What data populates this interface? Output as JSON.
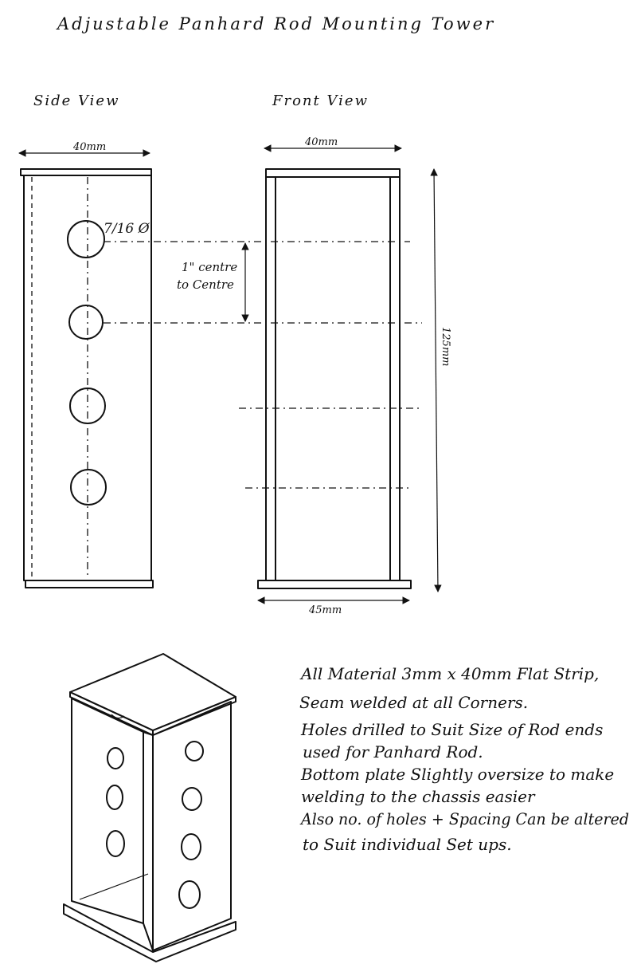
{
  "title": "Adjustable Panhard Rod Mounting Tower",
  "side_view": {
    "label": "Side View",
    "width_dim": "40mm",
    "hole_dim": "7/16 Ø",
    "spacing_line1": "1\" centre",
    "spacing_line2": "to Centre"
  },
  "front_view": {
    "label": "Front View",
    "width_dim": "40mm",
    "height_dim": "125mm",
    "base_dim": "45mm"
  },
  "notes": [
    "All Material 3mm x 40mm Flat Strip,",
    "Seam welded at all Corners.",
    "Holes drilled to Suit Size of Rod ends",
    "used for Panhard Rod.",
    "Bottom plate Slightly oversize to make",
    "welding to the chassis easier",
    "Also no. of holes + Spacing Can be altered",
    "to Suit individual Set ups."
  ]
}
